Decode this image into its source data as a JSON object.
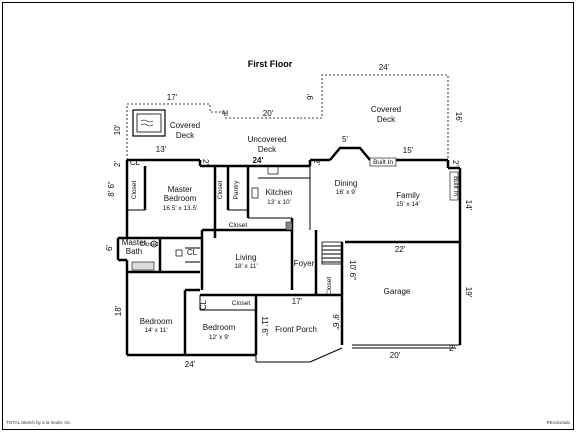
{
  "title": "First Floor",
  "rooms": {
    "covered_deck_left": [
      "Covered",
      "Deck"
    ],
    "covered_deck_right": [
      "Covered",
      "Deck"
    ],
    "uncovered_deck": [
      "Uncovered",
      "Deck"
    ],
    "master_bedroom": [
      "Master",
      "Bedroom",
      "16.5' x 13.5'"
    ],
    "pantry": "Pantry",
    "kitchen": [
      "Kitchen",
      "13' x 10'"
    ],
    "dining": [
      "Dining",
      "16' x 9'"
    ],
    "family": [
      "Family",
      "15' x 14'"
    ],
    "master_bath": [
      "Master",
      "Bath"
    ],
    "living": [
      "Living",
      "18' x 11'"
    ],
    "foyer": "Foyer",
    "garage": "Garage",
    "bedroom_left": [
      "Bedroom",
      "14' x 11'"
    ],
    "bedroom_mid": [
      "Bedroom",
      "12' x 9'"
    ],
    "front_porch": "Front Porch"
  },
  "closets": {
    "closet_master": "Closet",
    "closet_pantry": "Closet",
    "closet_hall": "Closet",
    "closet_bath": "Closet",
    "closet_bed": "Closet",
    "closet_foyer": "Closet"
  },
  "labels": {
    "cl_top": "CL",
    "cl_living": "CL",
    "cl_bed": "CL",
    "built_in_dining": "Built In",
    "built_in_family": "Built In"
  },
  "dimensions": {
    "d_17_top": "17'",
    "d_24_top": "24'",
    "d_3": "3'",
    "d_9": "9'",
    "d_20_deck": "20'",
    "d_16": "16'",
    "d_10": "10'",
    "d_13": "13'",
    "d_5": "5'",
    "d_24_mid": "24'",
    "d_15": "15'",
    "d_2_a": "2'",
    "d_2_b": "2'",
    "d_2_c": "2'",
    "d_2_d": "2'",
    "d_8_6": "8' 6\"",
    "d_14": "14'",
    "d_6": "6'",
    "d_22": "22'",
    "d_10_6": "10' 6\"",
    "d_19": "19'",
    "d_17_mid": "17'",
    "d_18": "18'",
    "d_11_6": "11' 6\"",
    "d_9_6": "9' 6\"",
    "d_24_bot": "24'",
    "d_20_bot": "20'",
    "d_2_bot": "2'"
  },
  "footer": {
    "left": "TOTAL Sketch by a la mode, inc.",
    "right": "REcolorado"
  }
}
